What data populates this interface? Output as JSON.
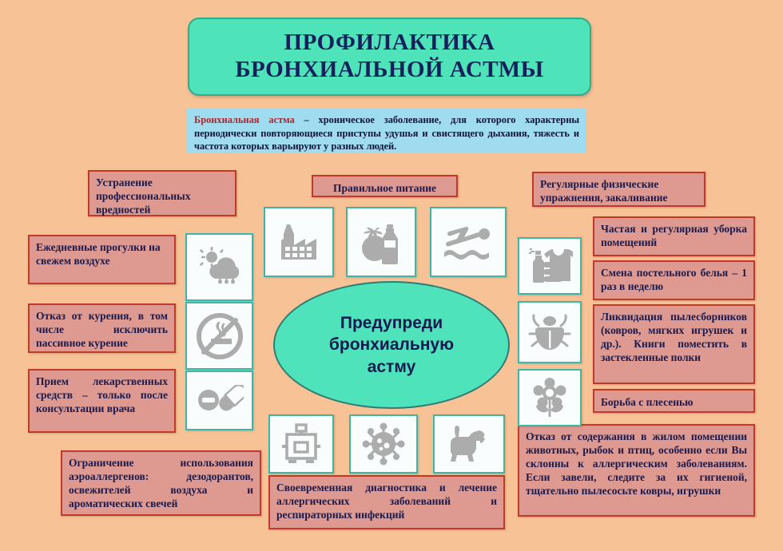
{
  "title": {
    "line1": "ПРОФИЛАКТИКА",
    "line2": "БРОНХИАЛЬНОЙ АСТМЫ"
  },
  "definition": {
    "term": "Бронхиальная астма",
    "text": " – хроническое заболевание, для которого характерны периодически повторяющиеся приступы удушья и свистящего дыхания, тяжесть и частота которых варьируют у разных людей."
  },
  "center": {
    "line1": "Предупреди",
    "line2": "бронхиальную",
    "line3": "астму"
  },
  "boxes": {
    "occupational": "Устранение профессиональных вредностей",
    "nutrition": "Правильное питание",
    "exercise": "Регулярные физические упражнения, закаливание",
    "walks": "Ежедневные прогулки на свежем воздухе",
    "cleaning": "Частая и регулярная уборка помещений",
    "bedlinen": "Смена постельного белья – 1 раз в неделю",
    "smoking": "Отказ от курения, в том числе исключить пассивное курение",
    "dustcollectors": "Ликвидация пылесборников (ковров, мягких игрушек и др.). Книги поместить в застекленные полки",
    "medication": "Прием лекарственных средств – только после консультации врача",
    "mold": "Борьба с плесенью",
    "aeroallergens": "Ограничение использования аэроаллергенов: дезодорантов, освежителей воздуха и ароматических свечей",
    "diagnostics": "Своевременная диагностика и лечение аллергических заболеваний и респираторных инфекций",
    "pets": "Отказ от содержания в жилом помещении животных, рыбок и птиц, особенно если Вы склонны к аллергическим заболеваниям. Если завели, следите за их гигиеной, тщательно пылесосьте ковры, игрушки"
  },
  "icons": {
    "factory": "factory-icon",
    "food": "tomato-and-milk-icon",
    "swimmer": "swimmer-icon",
    "weather": "sun-cloud-rain-icon",
    "nosmoking": "no-smoking-icon",
    "pills": "pills-icon",
    "laundry": "spray-bottle-and-laundry-icon",
    "dustmite": "dust-mite-icon",
    "flower": "flower-icon",
    "xray": "chest-xray-icon",
    "virus": "virus-icon",
    "dog": "dog-icon"
  },
  "colors": {
    "background": "#F7C295",
    "banner": "#4FE3B9",
    "box_fill": "#DE9A90",
    "box_border": "#C0392B",
    "definition_fill": "#9FDCEF",
    "term_red": "#B1232B",
    "navy_text": "#16205C",
    "tile_border": "#3FB6A4",
    "icon_gray": "#ACACAC"
  }
}
